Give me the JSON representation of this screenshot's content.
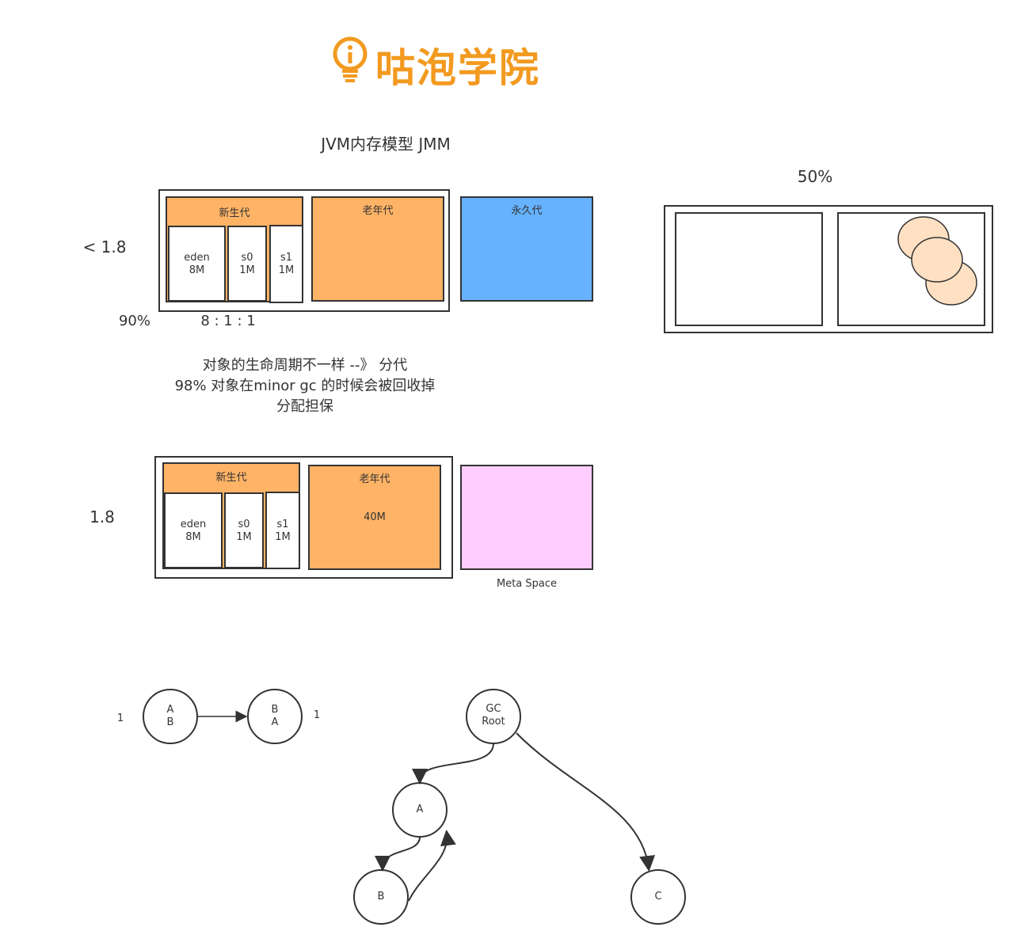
{
  "logo": {
    "text": "咕泡学院",
    "color": "#f29a1f"
  },
  "title": "JVM内存模型 JMM",
  "pre18": {
    "version_label": "< 1.8",
    "young_label": "新生代",
    "eden": "eden\n8M",
    "s0": "s0\n1M",
    "s1": "s1\n1M",
    "old_label": "老年代",
    "perm_label": "永久代",
    "ratio_90": "90%",
    "ratio": "8 : 1 : 1"
  },
  "notes": {
    "line1": "对象的生命周期不一样 --》 分代",
    "line2": "98% 对象在minor gc 的时候会被回收掉",
    "line3": "分配担保"
  },
  "v18": {
    "version_label": "1.8",
    "young_label": "新生代",
    "eden": "eden\n8M",
    "s0": "s0\n1M",
    "s1": "s1\n1M",
    "old_label": "老年代",
    "old_size": "40M",
    "meta_label": "Meta Space"
  },
  "gc_demo": {
    "percent": "50%"
  },
  "refcount": {
    "left_count": "1",
    "right_count": "1",
    "node_ab": "A\nB",
    "node_ba": "B\nA"
  },
  "reachability": {
    "root": "GC\nRoot",
    "a": "A",
    "b": "B",
    "c": "C"
  },
  "colors": {
    "orange": "#ffb366",
    "blue": "#66b2ff",
    "pink": "#ffccff",
    "peach": "#ffe0c2",
    "stroke": "#333333"
  }
}
